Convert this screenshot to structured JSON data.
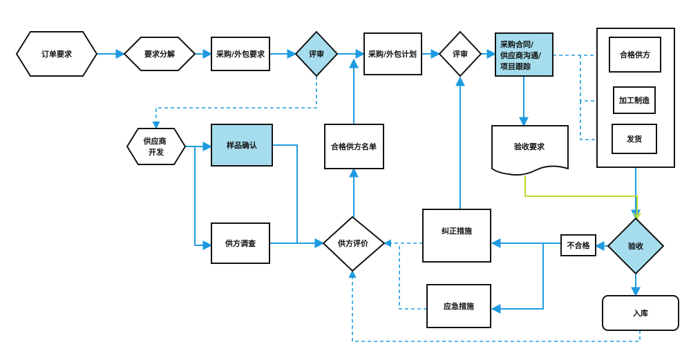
{
  "colors": {
    "flow": "#1E9BE0",
    "highlight_fill": "#A6DDEE",
    "reject_line": "#B7DA2A",
    "outline": "#111111"
  },
  "nodes": {
    "order_req": "订单要求",
    "req_decompose": "要求分解",
    "purchase_req": "采购/外包要求",
    "review_1": "评审",
    "purchase_plan": "采购/外包计划",
    "review_2": "评审",
    "contract": [
      "采购合同/",
      "供应商沟通/",
      "项目跟踪"
    ],
    "qualified_supplier": "合格供方",
    "processing": "加工制造",
    "delivery": "发货",
    "supplier_dev": [
      "供应商",
      "开发"
    ],
    "sample_confirm": "样品确认",
    "qualified_list": "合格供方名单",
    "acceptance_req": "验收要求",
    "supplier_eval": "供方评价",
    "corrective": "纠正措施",
    "nonconforming": "不合格",
    "acceptance": "验收",
    "supplier_survey": "供方调查",
    "emergency": "应急措施",
    "warehousing": "入库"
  }
}
